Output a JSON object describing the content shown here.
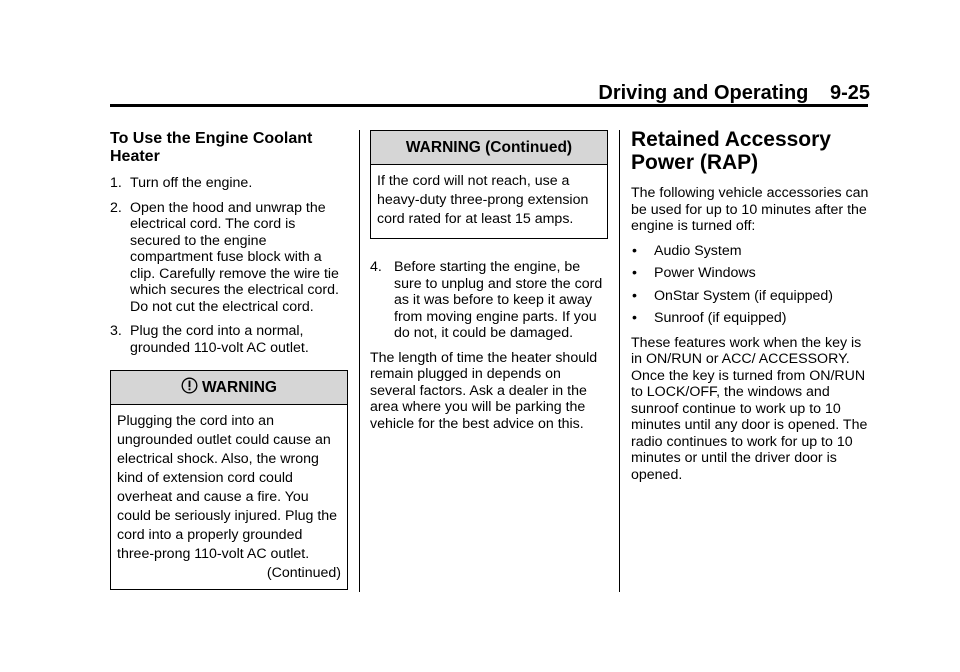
{
  "header": {
    "section": "Driving and Operating",
    "page": "9-25"
  },
  "col1": {
    "heading": "To Use the Engine Coolant Heater",
    "steps": [
      {
        "num": "1.",
        "text": "Turn off the engine."
      },
      {
        "num": "2.",
        "text": "Open the hood and unwrap the electrical cord. The cord is secured to the engine compartment fuse block with a clip. Carefully remove the wire tie which secures the electrical cord. Do not cut the electrical cord."
      },
      {
        "num": "3.",
        "text": "Plug the cord into a normal, grounded 110-volt AC outlet."
      }
    ],
    "warning": {
      "title": "WARNING",
      "icon": "warning-circle-icon",
      "body": "Plugging the cord into an ungrounded outlet could cause an electrical shock. Also, the wrong kind of extension cord could overheat and cause a fire. You could be seriously injured. Plug the cord into a properly grounded three-prong 110-volt AC outlet.",
      "continued": "(Continued)"
    }
  },
  "col2": {
    "warning": {
      "title": "WARNING  (Continued)",
      "body": "If the cord will not reach, use a heavy-duty three-prong extension cord rated for at least 15 amps."
    },
    "step4": {
      "num": "4.",
      "text": "Before starting the engine, be sure to unplug and store the cord as it was before to keep it away from moving engine parts. If you do not, it could be damaged."
    },
    "para": "The length of time the heater should remain plugged in depends on several factors. Ask a dealer in the area where you will be parking the vehicle for the best advice on this."
  },
  "col3": {
    "heading": "Retained Accessory Power (RAP)",
    "intro": "The following vehicle accessories can be used for up to 10 minutes after the engine is turned off:",
    "bullet_char": "•",
    "bullets": [
      "Audio System",
      "Power Windows",
      "OnStar System (if equipped)",
      "Sunroof (if equipped)"
    ],
    "para": "These features work when the key is in ON/RUN or ACC/ ACCESSORY. Once the key is turned from ON/RUN to LOCK/OFF, the windows and sunroof continue to work up to 10 minutes until any door is opened. The radio continues to work for up to 10 minutes or until the driver door is opened."
  }
}
